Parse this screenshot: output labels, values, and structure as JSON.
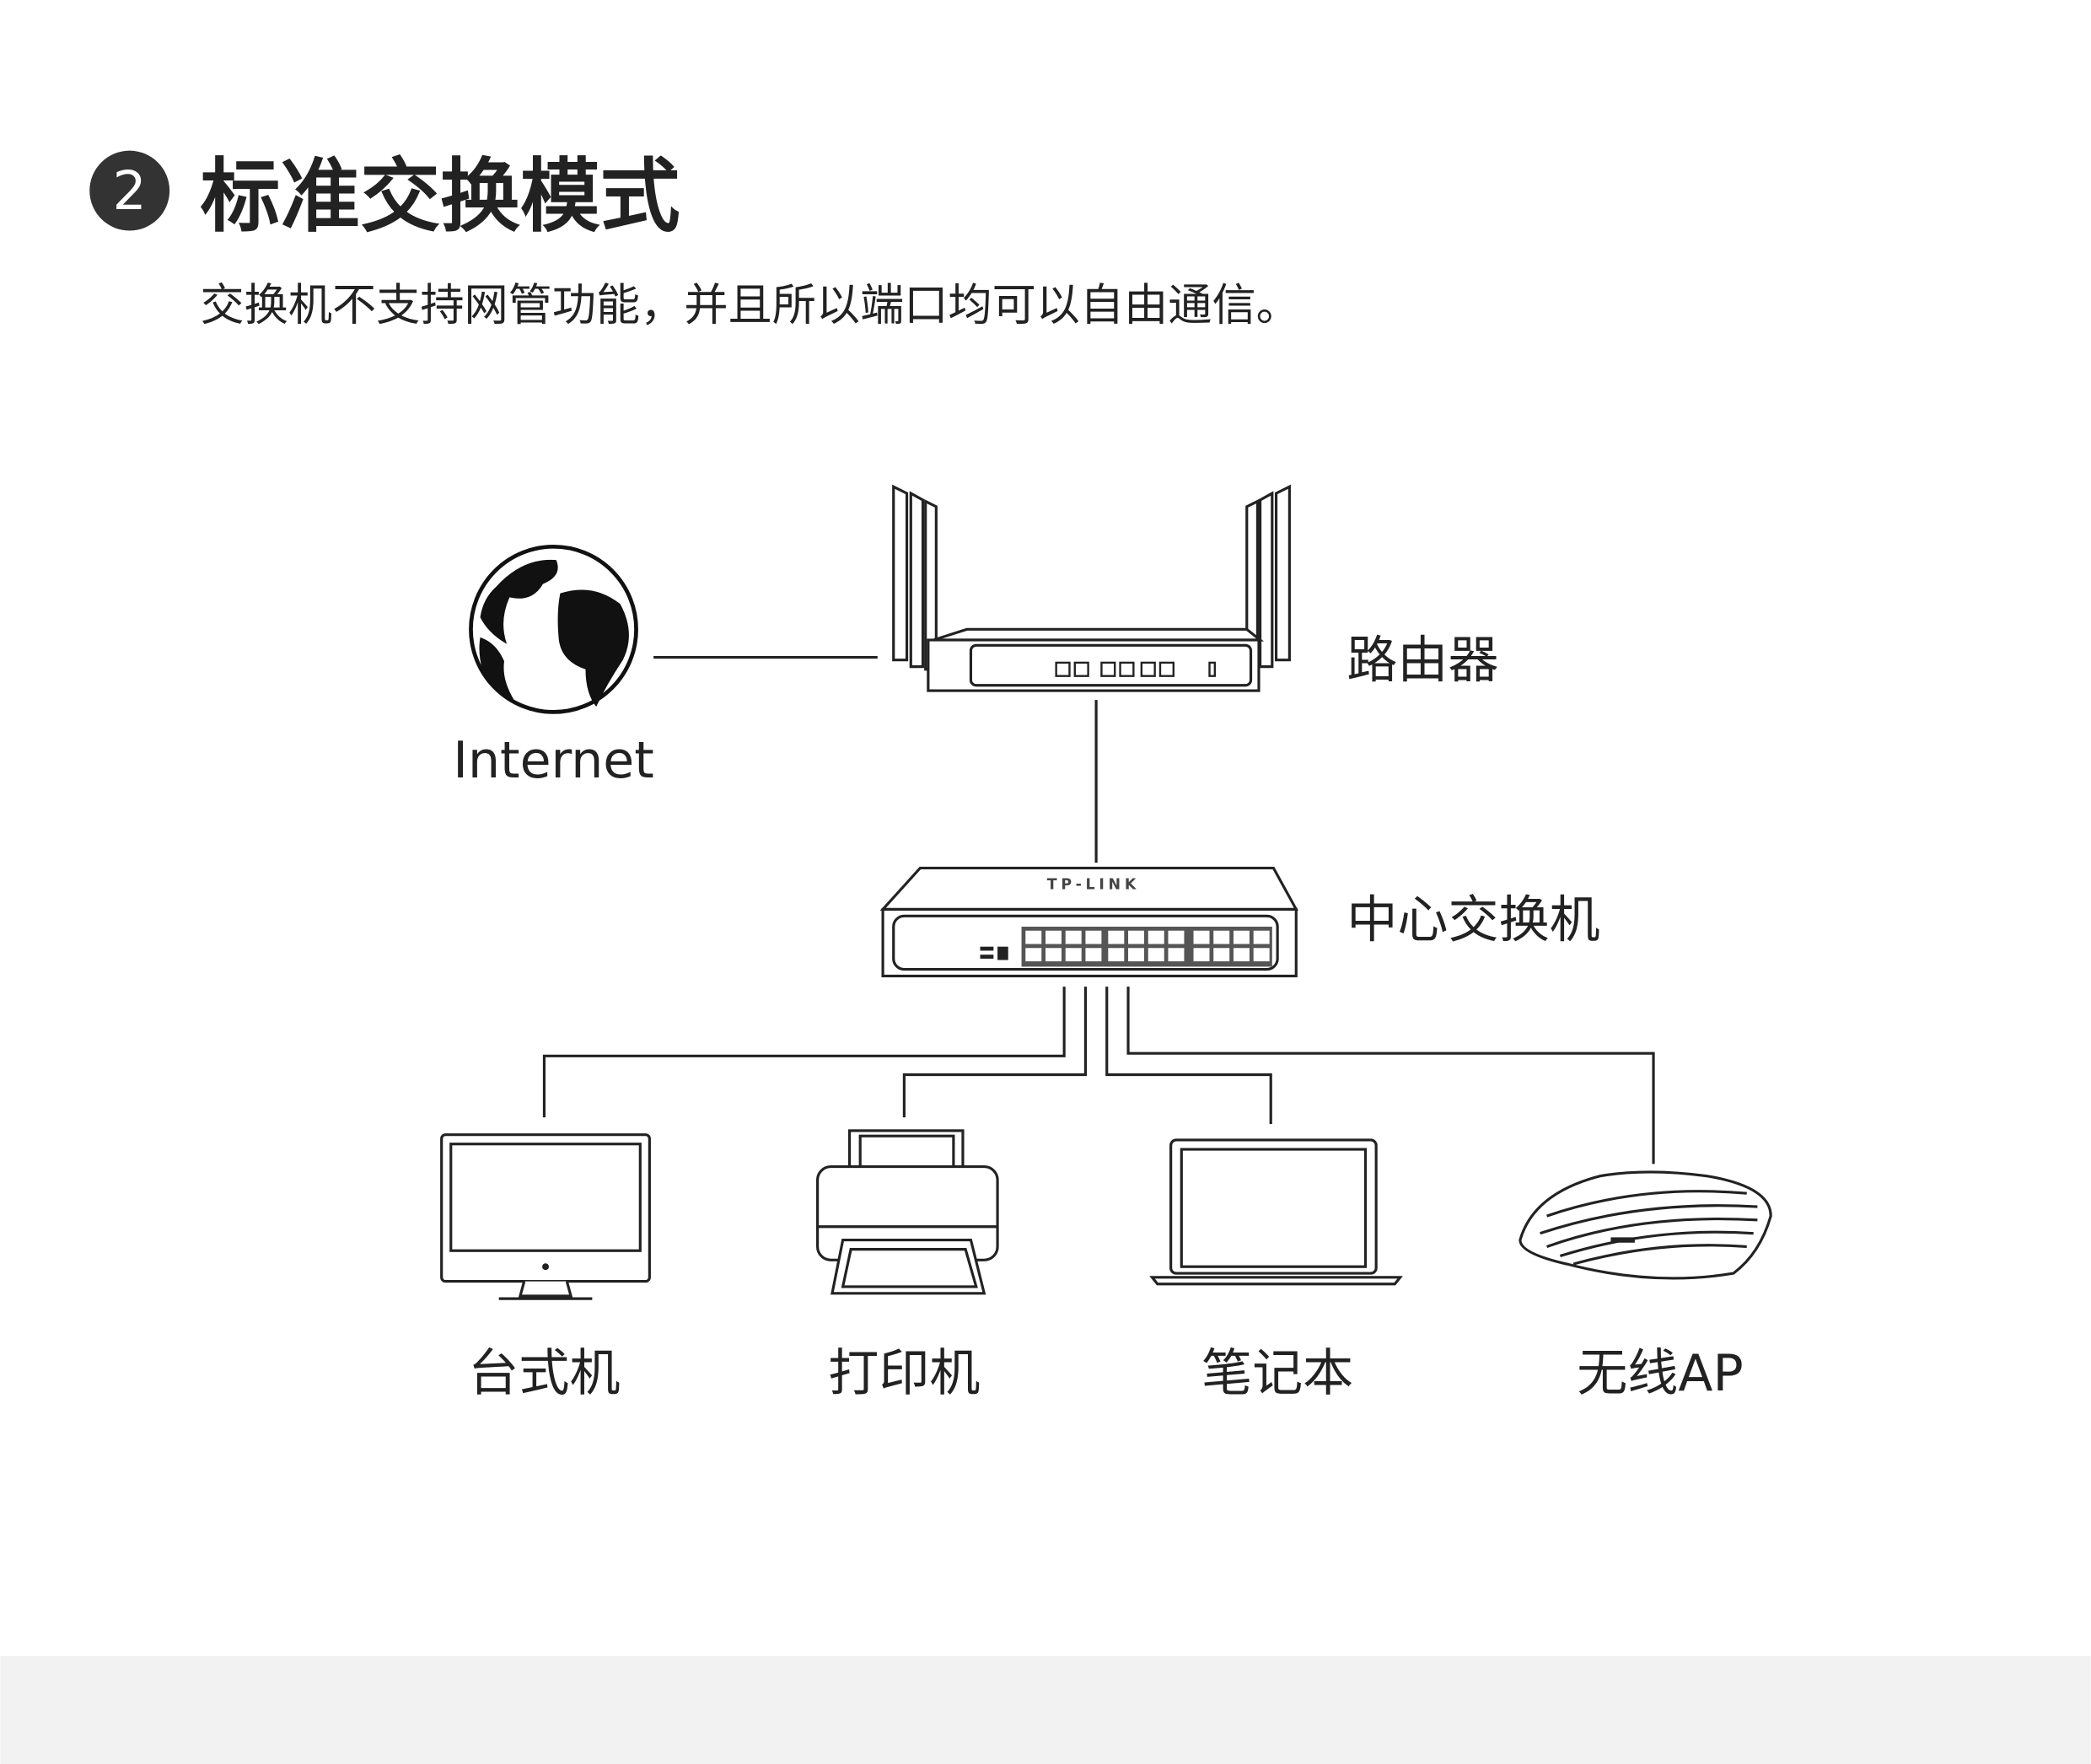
{
  "header": {
    "step_number": "2",
    "title": "标准交换模式",
    "description": "交换机不支持网管功能，并且所以端口均可以自由通信。"
  },
  "diagram": {
    "internet_label": "Internet",
    "router_label": "路由器",
    "switch_label": "中心交换机",
    "switch_brand": "TP-LINK",
    "devices": [
      {
        "label": "台式机",
        "icon": "desktop-icon"
      },
      {
        "label": "打印机",
        "icon": "printer-icon"
      },
      {
        "label": "笔记本",
        "icon": "laptop-icon"
      },
      {
        "label": "无线AP",
        "icon": "wireless-ap-icon"
      }
    ]
  },
  "colors": {
    "text": "#222222",
    "footer_band": "#f2f2f2"
  }
}
